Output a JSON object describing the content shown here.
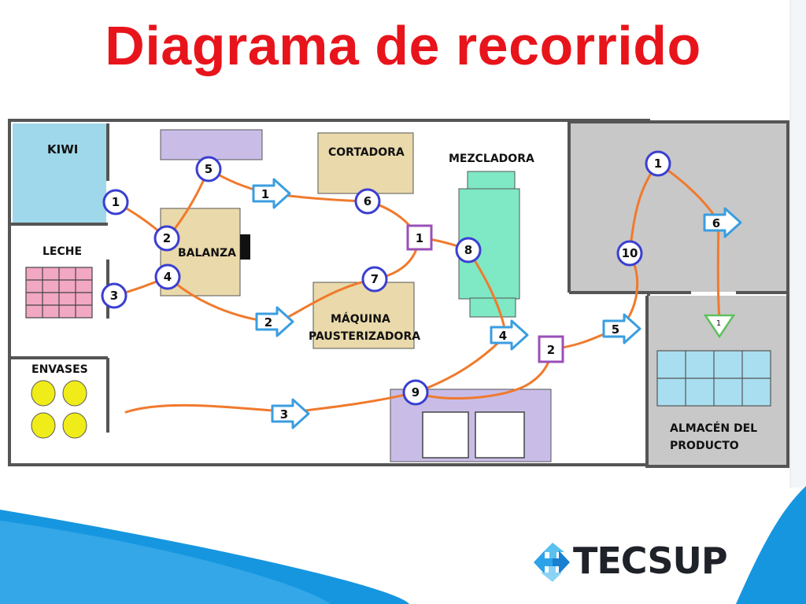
{
  "title": "Diagrama de recorrido",
  "colors": {
    "title": "#e8141b",
    "flow_line": "#f07a2d",
    "operation_circle": "#3a3fd0",
    "transport_arrow": "#3a9ee0",
    "inspection_square": "#9a4fb8",
    "storage_triangle": "#5fbf5f",
    "equipment_tan": "#ead9aa",
    "equipment_purple": "#c9bde8",
    "mixer_green": "#7fe8c4",
    "kiwi_blue": "#9fd8ea",
    "warehouse_gray": "#c8c8c8"
  },
  "areas": {
    "kiwi": "KIWI",
    "leche": "LECHE",
    "envases": "ENVASES",
    "balanza": "BALANZA",
    "cortadora": "CORTADORA",
    "mezcladora": "MEZCLADORA",
    "maquina_line1": "MÁQUINA",
    "maquina_line2": "PAUSTERIZADORA",
    "almacen_line1": "ALMACÉN DEL",
    "almacen_line2": "PRODUCTO"
  },
  "operations": [
    "1",
    "2",
    "3",
    "4",
    "5",
    "6",
    "7",
    "8",
    "9",
    "10",
    "1"
  ],
  "transports": [
    "1",
    "2",
    "3",
    "4",
    "5",
    "6"
  ],
  "inspections": [
    "1",
    "2"
  ],
  "storage": "1",
  "logo": {
    "text": "TECSUP"
  }
}
